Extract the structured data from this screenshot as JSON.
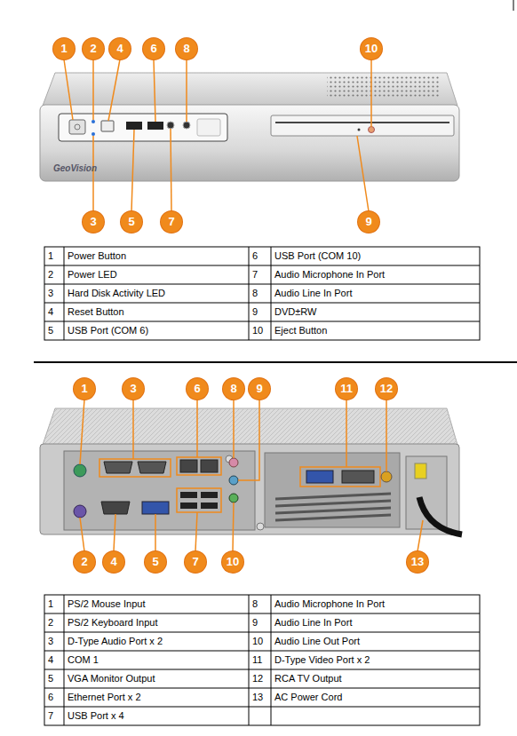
{
  "diagram": {
    "labels": [
      "1",
      "2",
      "4",
      "6",
      "8",
      "10",
      "3",
      "5",
      "7",
      "9",
      "GeoVision",
      "1",
      "Power Button",
      "6",
      "USB Port (COM 10)",
      "2",
      "Power LED",
      "7",
      "Audio Microphone In Port",
      "3",
      "Hard Disk Activity LED",
      "8",
      "Audio Line In Port",
      "4",
      "Reset Button",
      "9",
      "DVD±RW",
      "5",
      "USB Port (COM 6)",
      "10",
      "Eject Button",
      "1",
      "3",
      "6",
      "8",
      "9",
      "11",
      "12",
      "2",
      "4",
      "5",
      "7",
      "10",
      "13",
      "1",
      "PS/2 Mouse Input",
      "8",
      "Audio Microphone In Port",
      "2",
      "PS/2 Keyboard Input",
      "9",
      "Audio Line In Port",
      "3",
      "D-Type Audio Port x 2",
      "10",
      "Audio Line Out Port",
      "4",
      "COM 1",
      "11",
      "D-Type Video Port x 2",
      "5",
      "VGA Monitor Output",
      "12",
      "RCA TV Output",
      "6",
      "Ethernet Port x 2",
      "13",
      "AC Power Cord",
      "7",
      "USB Port x 4"
    ]
  }
}
